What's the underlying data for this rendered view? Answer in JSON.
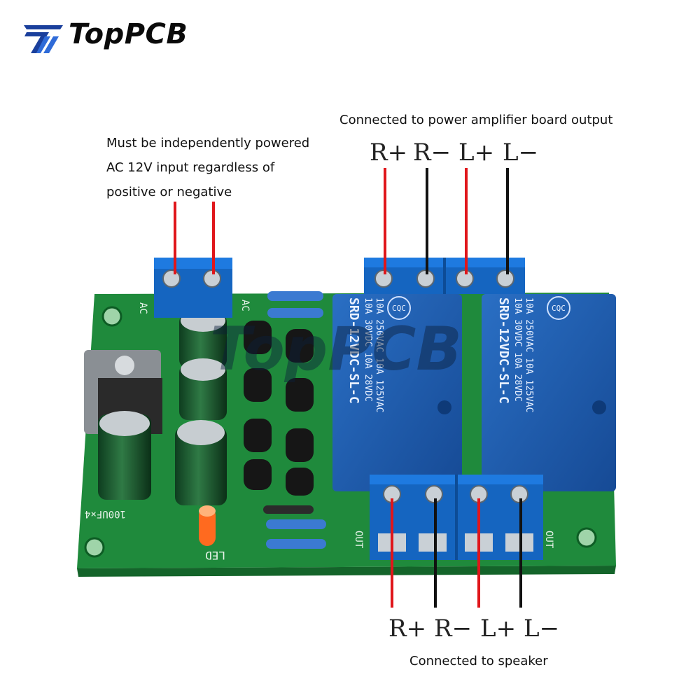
{
  "brand": {
    "name": "TopPCB",
    "icon": "toppcb-logo-icon"
  },
  "power_note": {
    "line1": "Must be independently powered",
    "line2": "AC 12V input regardless of",
    "line3": "positive or negative"
  },
  "input_note": "Connected to power amplifier board output",
  "output_note": "Connected to speaker",
  "input_pins": [
    "R+",
    "R−",
    "L+",
    "L−"
  ],
  "output_pins": [
    "R+",
    "R−",
    "L+",
    "L−"
  ],
  "board": {
    "ac_label": "AC",
    "out_label": "OUT",
    "led_label": "LED",
    "cap_label": "100UF×4",
    "relay": {
      "brand": "CQC",
      "rating_1": "10A 250VAC  10A 125VAC",
      "rating_2": "10A 30VDC  10A 28VDC",
      "model": "SRD-12VDC-SL-C"
    },
    "watermark": "TopPCB"
  },
  "colors": {
    "pcb": "#1f8a3c",
    "terminal": "#1565c0",
    "relay": "#1f5fb3",
    "wire_positive": "#e0161b",
    "wire_negative": "#111111",
    "logo_blue": "#1a3f9c"
  }
}
